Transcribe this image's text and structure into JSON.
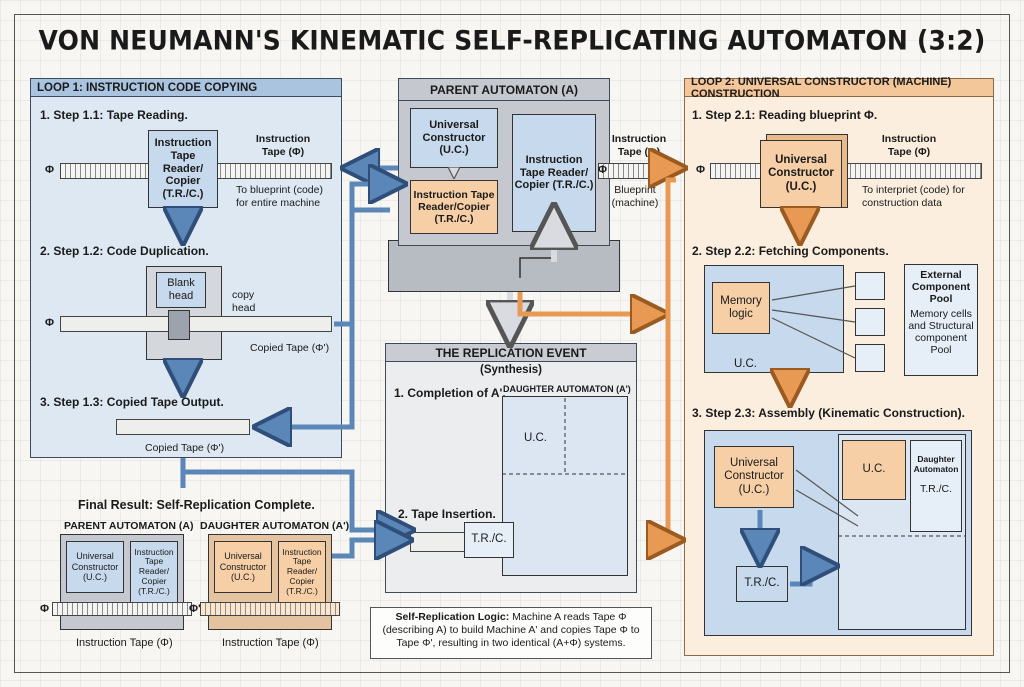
{
  "title": "VON NEUMANN'S KINEMATIC SELF-REPLICATING AUTOMATON (3:2)",
  "loop1": {
    "header": "LOOP 1: INSTRUCTION CODE COPYING",
    "step1": "1. Step 1.1: Tape Reading.",
    "reader_box": "Instruction Tape Reader/ Copier (T.R./C.)",
    "tape_label": "Instruction Tape (Φ)",
    "phi": "Φ",
    "note": "To blueprint (code) for entire machine",
    "step2": "2. Step 1.2: Code Duplication.",
    "blank_head": "Blank head",
    "copy_head": "copy head",
    "copied_tape": "Copied Tape (Φ')",
    "step3": "3. Step 1.3: Copied Tape Output.",
    "copied_tape_output": "Copied Tape (Φ')"
  },
  "parent": {
    "header": "PARENT AUTOMATON (A)",
    "uc": "Universal Constructor (U.C.)",
    "trc_orange": "Instruction Tape Reader/Copier (T.R./C.)",
    "trc_right": "Instruction Tape Reader/ Copier (T.R./C.)",
    "tape_label": "Instruction Tape (Φ)",
    "blueprint": "Blueprint (machine)"
  },
  "loop2": {
    "header": "LOOP 2: UNIVERSAL CONSTRUCTOR (MACHINE) CONSTRUCTION",
    "step1": "1. Step 2.1: Reading blueprint Φ.",
    "uc_box": "Universal Constructor (U.C.)",
    "tape_label": "Instruction Tape (Φ)",
    "phi": "Φ",
    "note": "To interpriet (code) for construction data",
    "step2": "2. Step 2.2: Fetching Components.",
    "memory_logic": "Memory logic",
    "uc_label": "U.C.",
    "pool_title": "External Component Pool",
    "pool_desc": "Memory cells and Structural component Pool",
    "step3": "3. Step 2.3: Assembly (Kinematic Construction).",
    "uc_left": "Universal Constructor (U.C.)",
    "uc_right": "U.C.",
    "daughter_small": "Daughter Automaton",
    "trc_small": "T.R./C.",
    "trc_bottom": "T.R./C."
  },
  "replication": {
    "header": "THE REPLICATION EVENT",
    "subheader": "(Synthesis)",
    "step1": "1. Completion of A'.",
    "daughter_label": "DAUGHTER AUTOMATON (A')",
    "uc": "U.C.",
    "step2": "2. Tape Insertion.",
    "trc": "T.R./C."
  },
  "final": {
    "title": "Final Result: Self-Replication Complete.",
    "parent_label": "PARENT AUTOMATON (A)",
    "daughter_label": "DAUGHTER AUTOMATON (A')",
    "uc": "Universal Constructor (U.C.)",
    "trc": "Instruction Tape Reader/ Copier (T.R./C.)",
    "phi": "Φ",
    "phi_prime": "Φ'",
    "tape_caption": "Instruction Tape (Φ)",
    "tape_caption_daughter": "Instruction Tape (Φ)"
  },
  "logic": {
    "title": "Self-Replication Logic:",
    "text": "Machine A reads Tape Φ (describing A) to build Machine A' and copies Tape Φ to Tape Φ', resulting in two identical (A+Φ) systems."
  },
  "colors": {
    "blue": "#aac4e0",
    "orange": "#f4c79a",
    "arrow_blue": "#5b86b8",
    "arrow_orange": "#e89a55"
  }
}
